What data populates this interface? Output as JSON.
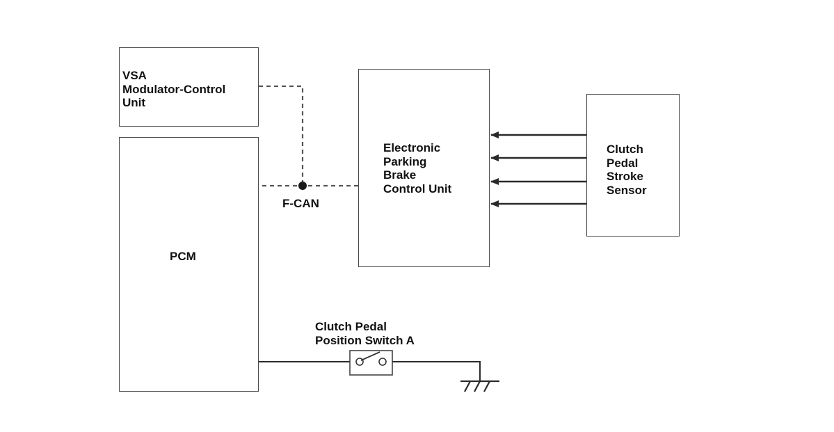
{
  "vsa_unit": {
    "line1": "VSA",
    "line2": "Modulator-Control",
    "line3": "Unit"
  },
  "pcm": {
    "label": "PCM"
  },
  "epb_unit": {
    "line1": "Electronic",
    "line2": "Parking",
    "line3": "Brake",
    "line4": "Control Unit"
  },
  "clutch_sensor": {
    "line1": "Clutch",
    "line2": "Pedal",
    "line3": "Stroke",
    "line4": "Sensor"
  },
  "bus": {
    "label": "F-CAN"
  },
  "switch": {
    "line1": "Clutch Pedal",
    "line2": "Position Switch A"
  },
  "colors": {
    "line": "#3a3a3a",
    "box_border": "#4a4a4a",
    "text": "#111111"
  }
}
